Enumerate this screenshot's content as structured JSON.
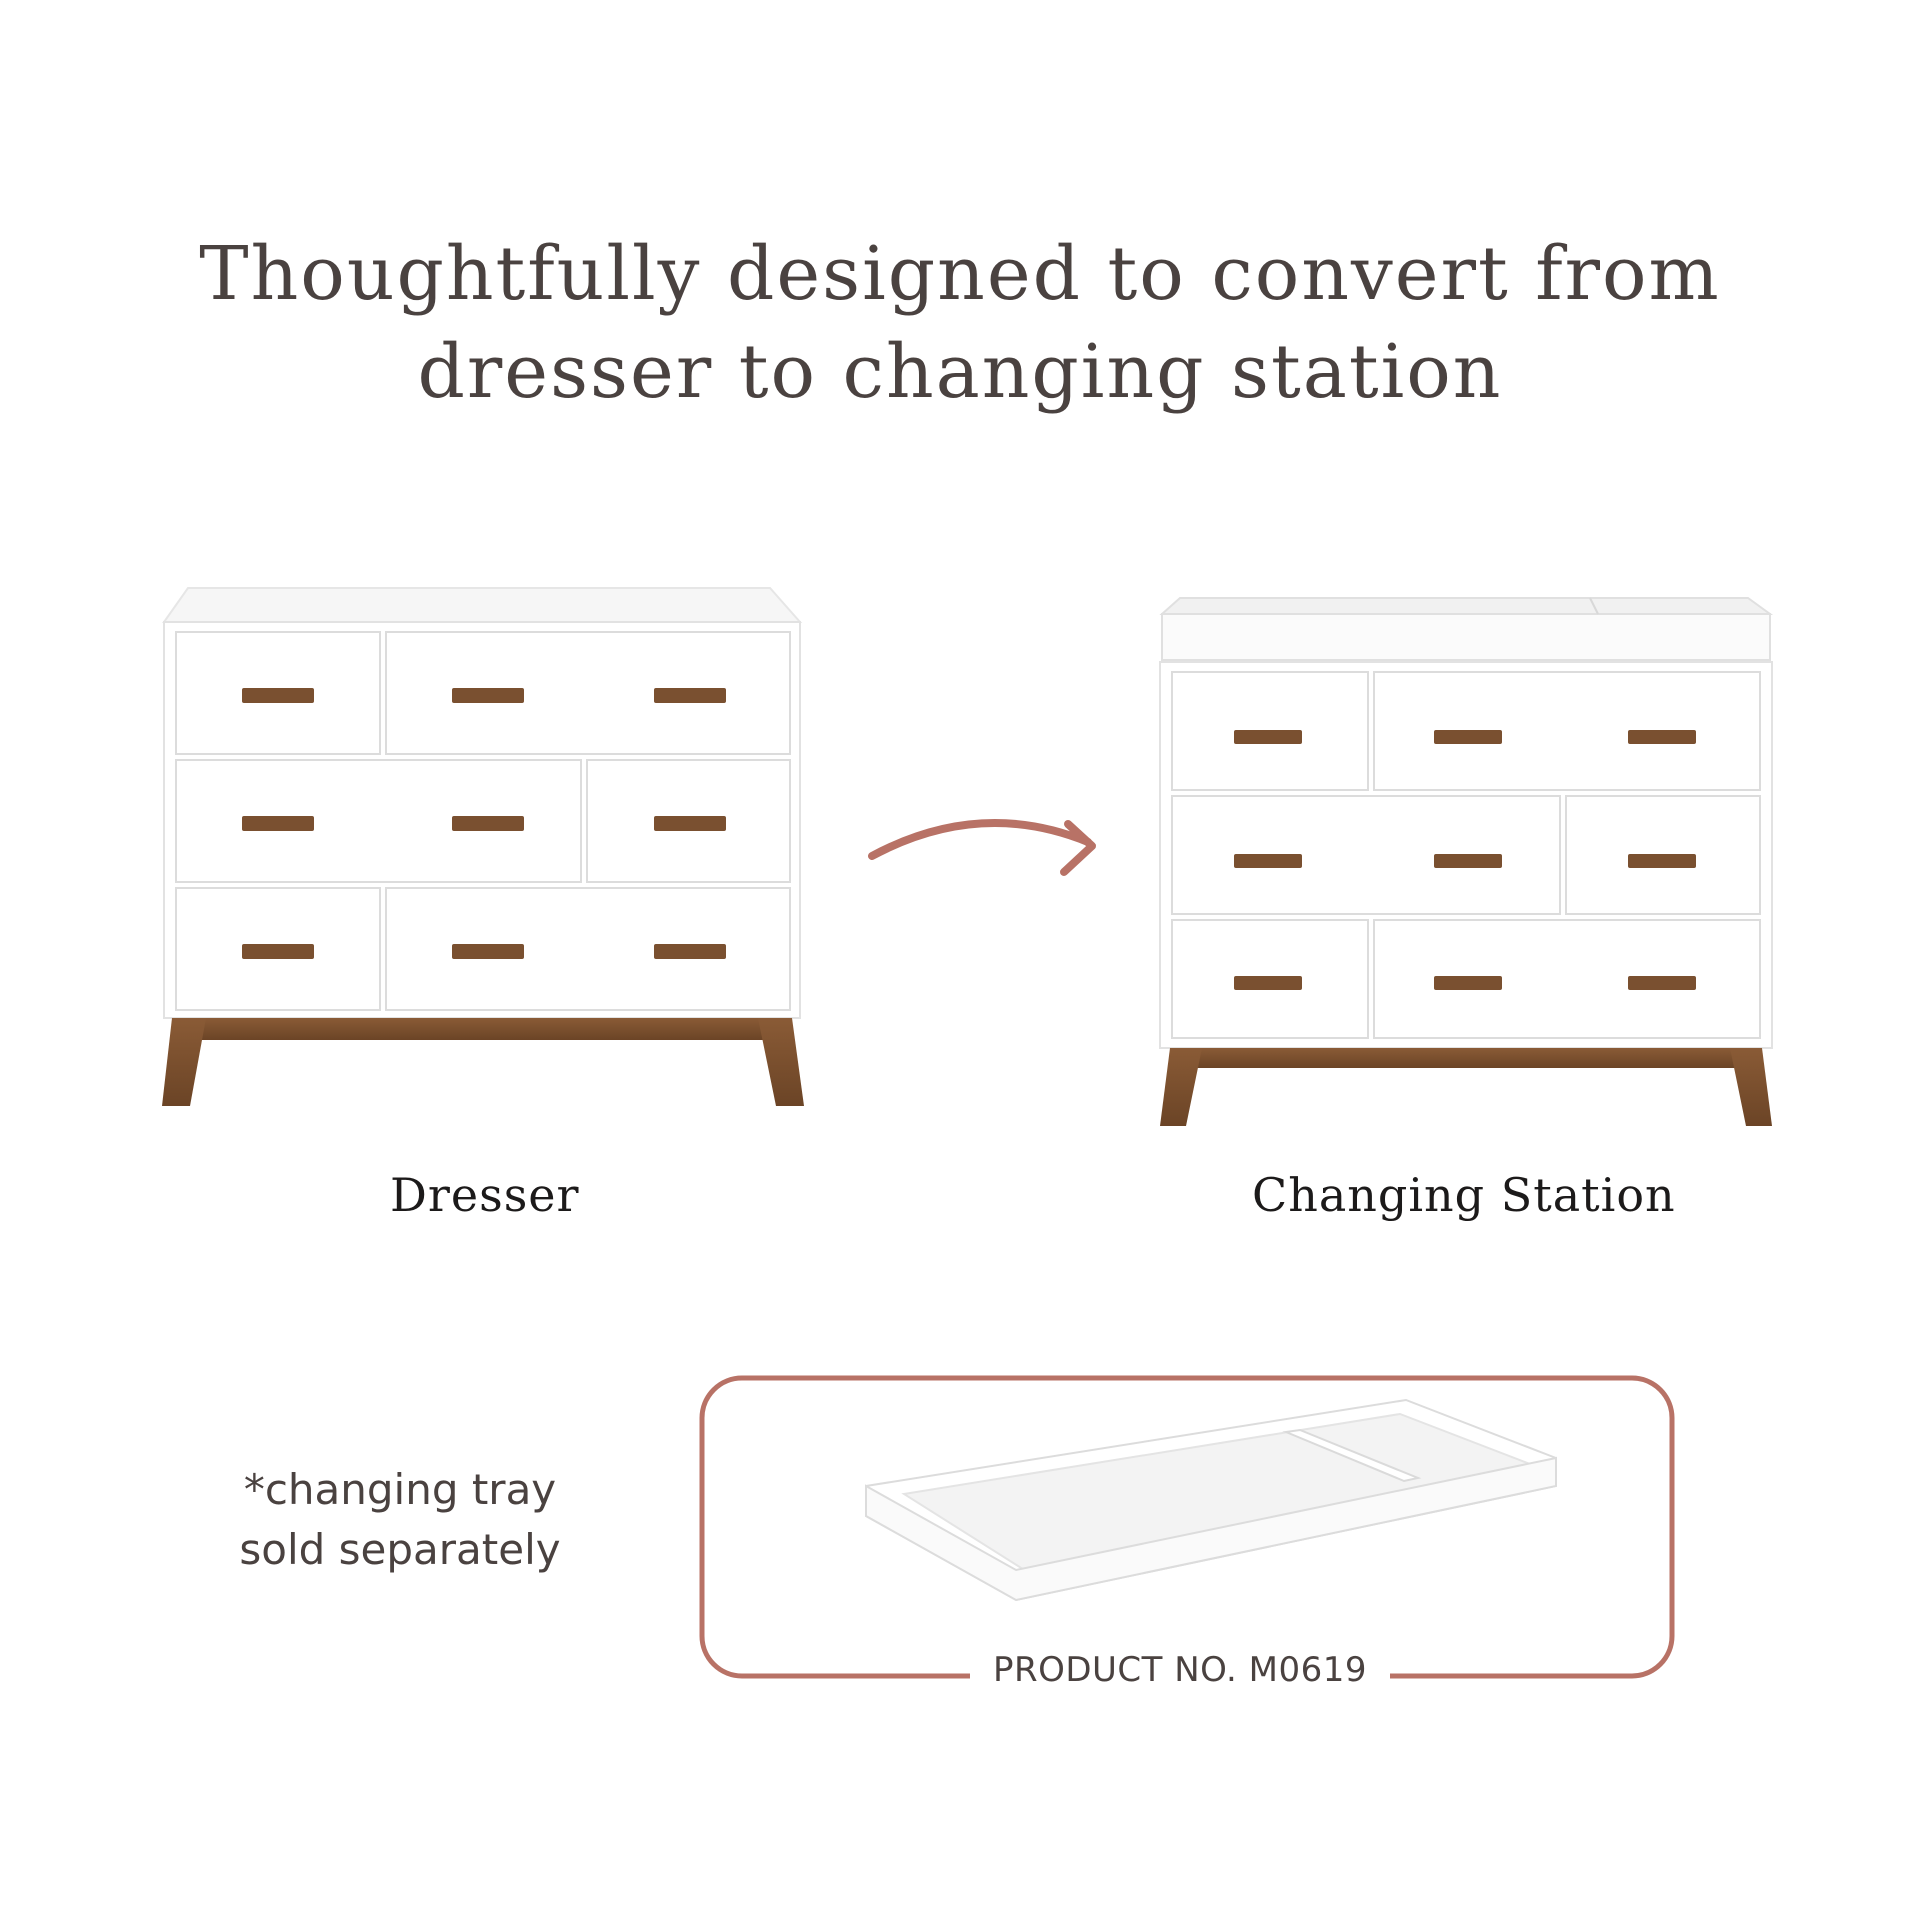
{
  "headline": {
    "line1": "Thoughtfully designed to convert from",
    "line2": "dresser to changing station"
  },
  "labels": {
    "dresser": "Dresser",
    "changing_station": "Changing Station"
  },
  "tray_note": {
    "line1": "*changing tray",
    "line2": "sold separately"
  },
  "product_number": "PRODUCT NO. M0619",
  "colors": {
    "text": "#4a4240",
    "accent": "#b87266",
    "wood": "#7a5030",
    "white_finish": "#ffffff"
  },
  "icons": {
    "arrow": "curved-arrow-right-icon"
  }
}
